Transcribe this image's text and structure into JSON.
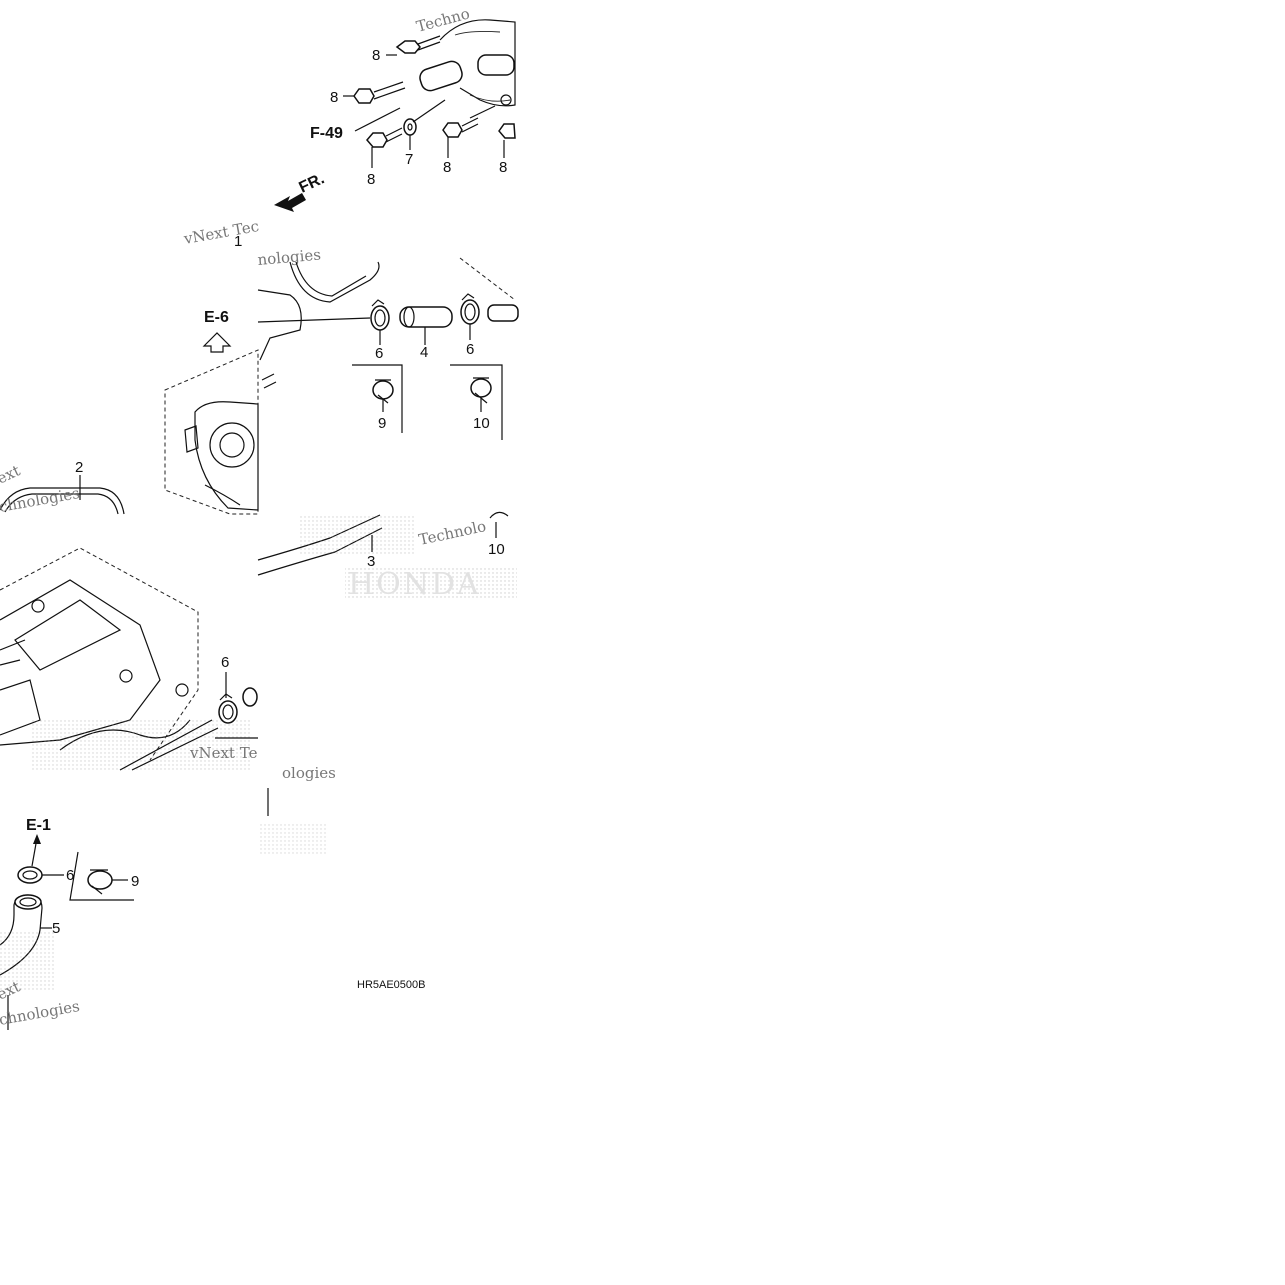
{
  "diagram": {
    "part_callouts": [
      {
        "label": "8"
      },
      {
        "label": "8"
      },
      {
        "label": "8"
      },
      {
        "label": "8"
      },
      {
        "label": "8"
      },
      {
        "label": "7"
      },
      {
        "label": "1"
      },
      {
        "label": "6"
      },
      {
        "label": "4"
      },
      {
        "label": "6"
      },
      {
        "label": "9"
      },
      {
        "label": "10"
      },
      {
        "label": "2"
      },
      {
        "label": "3"
      },
      {
        "label": "10"
      },
      {
        "label": "6"
      },
      {
        "label": "6"
      },
      {
        "label": "9"
      },
      {
        "label": "5"
      }
    ],
    "references": {
      "f49": "F-49",
      "front": "FR.",
      "e6": "E-6",
      "e1": "E-1"
    },
    "drawing_code": "HR5AE0500B",
    "watermarks": {
      "technologies_short": "Techno",
      "vnext_tec": "vNext Tec",
      "nologies": "nologies",
      "ext": "ext",
      "chnologies": "chnologies",
      "vnext_te": "vNext Te",
      "ologies": "ologies",
      "technolo": "Technolo",
      "honda": "HONDA"
    }
  }
}
